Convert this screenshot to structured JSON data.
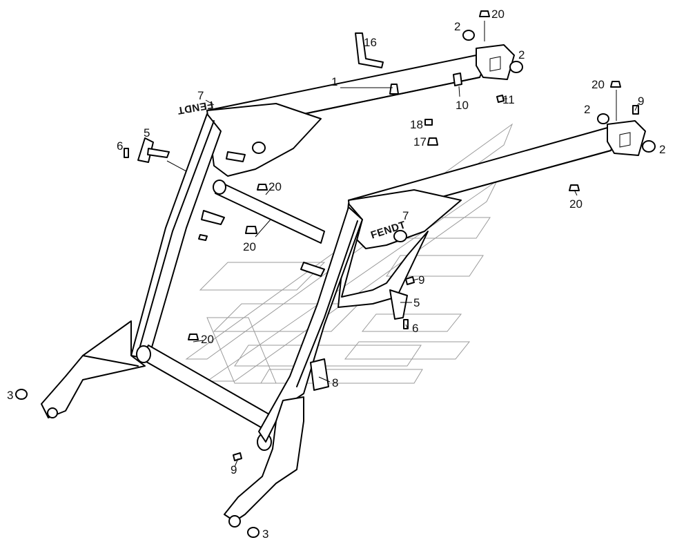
{
  "diagram": {
    "brand_text": "FENDT",
    "callouts": {
      "c1": "1",
      "c2a": "2",
      "c2b": "2",
      "c2c": "2",
      "c2d": "2",
      "c3a": "3",
      "c3b": "3",
      "c5a": "5",
      "c5b": "5",
      "c6a": "6",
      "c6b": "6",
      "c7a": "7",
      "c7b": "7",
      "c8": "8",
      "c9a": "9",
      "c9b": "9",
      "c9c": "9",
      "c10": "10",
      "c11": "11",
      "c16": "16",
      "c17": "17",
      "c18": "18",
      "c20a": "20",
      "c20b": "20",
      "c20c": "20",
      "c20d": "20",
      "c20e": "20",
      "c20f": "20"
    }
  }
}
